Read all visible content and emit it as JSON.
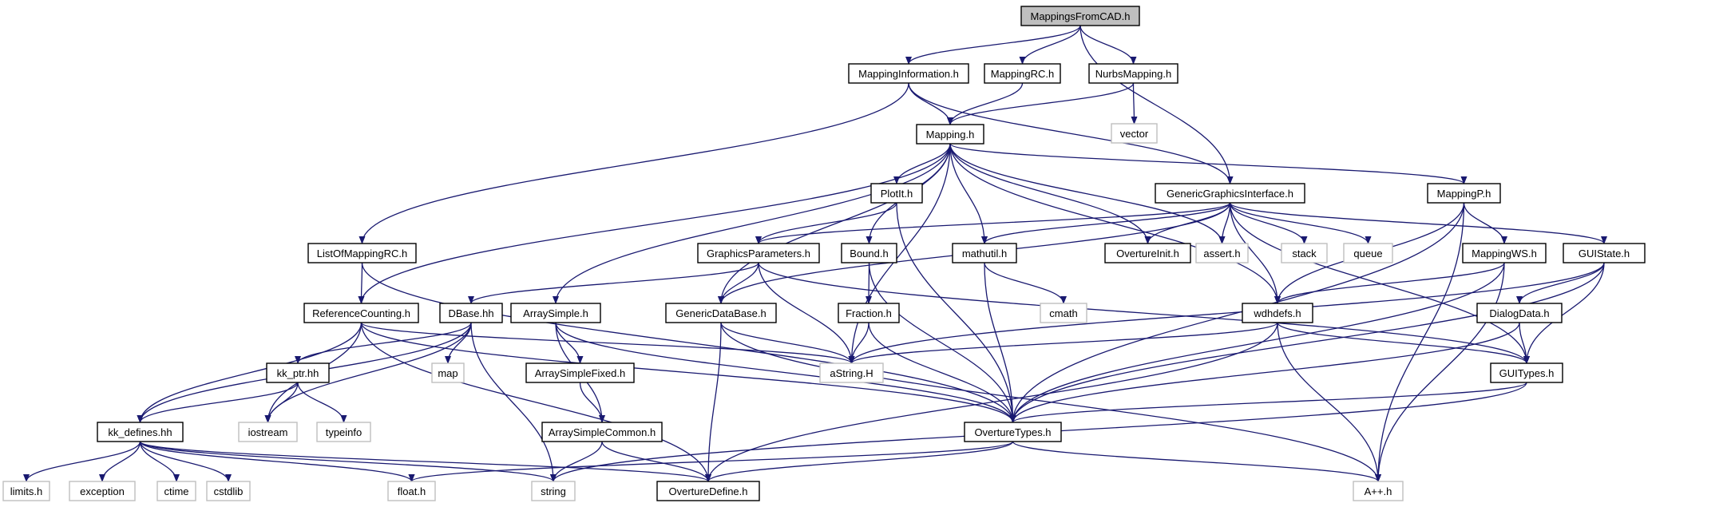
{
  "colors": {
    "edge": "#191970",
    "root_fill": "#bfbfbf",
    "internal_border": "#000000",
    "external_border": "#bfbfbf"
  },
  "nodes": [
    {
      "id": "mappingsfromcad",
      "label": "MappingsFromCAD.h",
      "kind": "root"
    },
    {
      "id": "mappinginformation",
      "label": "MappingInformation.h",
      "kind": "internal"
    },
    {
      "id": "mappingrc",
      "label": "MappingRC.h",
      "kind": "internal"
    },
    {
      "id": "nurbsmapping",
      "label": "NurbsMapping.h",
      "kind": "internal"
    },
    {
      "id": "vector",
      "label": "vector",
      "kind": "external"
    },
    {
      "id": "mapping",
      "label": "Mapping.h",
      "kind": "internal"
    },
    {
      "id": "plotit",
      "label": "PlotIt.h",
      "kind": "internal"
    },
    {
      "id": "genericgraphicsinterface",
      "label": "GenericGraphicsInterface.h",
      "kind": "internal"
    },
    {
      "id": "mappingp",
      "label": "MappingP.h",
      "kind": "internal"
    },
    {
      "id": "listofmappingrc",
      "label": "ListOfMappingRC.h",
      "kind": "internal"
    },
    {
      "id": "graphicsparameters",
      "label": "GraphicsParameters.h",
      "kind": "internal"
    },
    {
      "id": "bound",
      "label": "Bound.h",
      "kind": "internal"
    },
    {
      "id": "mathutil",
      "label": "mathutil.h",
      "kind": "internal"
    },
    {
      "id": "overtureinit",
      "label": "OvertureInit.h",
      "kind": "internal"
    },
    {
      "id": "assert",
      "label": "assert.h",
      "kind": "external"
    },
    {
      "id": "stack",
      "label": "stack",
      "kind": "external"
    },
    {
      "id": "queue",
      "label": "queue",
      "kind": "external"
    },
    {
      "id": "mappingws",
      "label": "MappingWS.h",
      "kind": "internal"
    },
    {
      "id": "guistate",
      "label": "GUIState.h",
      "kind": "internal"
    },
    {
      "id": "referencecounting",
      "label": "ReferenceCounting.h",
      "kind": "internal"
    },
    {
      "id": "dbase",
      "label": "DBase.hh",
      "kind": "internal"
    },
    {
      "id": "arraysimple",
      "label": "ArraySimple.h",
      "kind": "internal"
    },
    {
      "id": "genericdatabase",
      "label": "GenericDataBase.h",
      "kind": "internal"
    },
    {
      "id": "fraction",
      "label": "Fraction.h",
      "kind": "internal"
    },
    {
      "id": "cmath",
      "label": "cmath",
      "kind": "external"
    },
    {
      "id": "wdhdefs",
      "label": "wdhdefs.h",
      "kind": "internal"
    },
    {
      "id": "dialogdata",
      "label": "DialogData.h",
      "kind": "internal"
    },
    {
      "id": "map",
      "label": "map",
      "kind": "external"
    },
    {
      "id": "kkptr",
      "label": "kk_ptr.hh",
      "kind": "internal"
    },
    {
      "id": "arraysimplefixed",
      "label": "ArraySimpleFixed.h",
      "kind": "internal"
    },
    {
      "id": "astring",
      "label": "aString.H",
      "kind": "external"
    },
    {
      "id": "guitypes",
      "label": "GUITypes.h",
      "kind": "internal"
    },
    {
      "id": "iostream",
      "label": "iostream",
      "kind": "external"
    },
    {
      "id": "typeinfo",
      "label": "typeinfo",
      "kind": "external"
    },
    {
      "id": "kkdefines",
      "label": "kk_defines.hh",
      "kind": "internal"
    },
    {
      "id": "arraysimplecommon",
      "label": "ArraySimpleCommon.h",
      "kind": "internal"
    },
    {
      "id": "overturetypes",
      "label": "OvertureTypes.h",
      "kind": "internal"
    },
    {
      "id": "limits",
      "label": "limits.h",
      "kind": "external"
    },
    {
      "id": "exception",
      "label": "exception",
      "kind": "external"
    },
    {
      "id": "ctime",
      "label": "ctime",
      "kind": "external"
    },
    {
      "id": "cstdlib",
      "label": "cstdlib",
      "kind": "external"
    },
    {
      "id": "float",
      "label": "float.h",
      "kind": "external"
    },
    {
      "id": "string",
      "label": "string",
      "kind": "external"
    },
    {
      "id": "overturedefine",
      "label": "OvertureDefine.h",
      "kind": "internal"
    },
    {
      "id": "app",
      "label": "A++.h",
      "kind": "external"
    }
  ],
  "edges": [
    [
      "mappingsfromcad",
      "mappinginformation"
    ],
    [
      "mappingsfromcad",
      "mappingrc"
    ],
    [
      "mappingsfromcad",
      "nurbsmapping"
    ],
    [
      "mappingsfromcad",
      "genericgraphicsinterface"
    ],
    [
      "mappinginformation",
      "mapping"
    ],
    [
      "mappinginformation",
      "listofmappingrc"
    ],
    [
      "mappinginformation",
      "genericgraphicsinterface"
    ],
    [
      "mappingrc",
      "mapping"
    ],
    [
      "nurbsmapping",
      "mapping"
    ],
    [
      "nurbsmapping",
      "vector"
    ],
    [
      "mapping",
      "plotit"
    ],
    [
      "mapping",
      "mappingp"
    ],
    [
      "mapping",
      "bound"
    ],
    [
      "mapping",
      "mathutil"
    ],
    [
      "mapping",
      "overtureinit"
    ],
    [
      "mapping",
      "assert"
    ],
    [
      "mapping",
      "referencecounting"
    ],
    [
      "mapping",
      "arraysimple"
    ],
    [
      "mapping",
      "genericdatabase"
    ],
    [
      "mapping",
      "astring"
    ],
    [
      "mapping",
      "wdhdefs"
    ],
    [
      "plotit",
      "graphicsparameters"
    ],
    [
      "plotit",
      "overturetypes"
    ],
    [
      "genericgraphicsinterface",
      "graphicsparameters"
    ],
    [
      "genericgraphicsinterface",
      "mathutil"
    ],
    [
      "genericgraphicsinterface",
      "overtureinit"
    ],
    [
      "genericgraphicsinterface",
      "assert"
    ],
    [
      "genericgraphicsinterface",
      "stack"
    ],
    [
      "genericgraphicsinterface",
      "queue"
    ],
    [
      "genericgraphicsinterface",
      "guistate"
    ],
    [
      "genericgraphicsinterface",
      "genericdatabase"
    ],
    [
      "genericgraphicsinterface",
      "wdhdefs"
    ],
    [
      "genericgraphicsinterface",
      "guitypes"
    ],
    [
      "mappingp",
      "mappingws"
    ],
    [
      "mappingp",
      "wdhdefs"
    ],
    [
      "mappingp",
      "overturetypes"
    ],
    [
      "mappingp",
      "app"
    ],
    [
      "listofmappingrc",
      "referencecounting"
    ],
    [
      "listofmappingrc",
      "overturetypes"
    ],
    [
      "graphicsparameters",
      "dbase"
    ],
    [
      "graphicsparameters",
      "genericdatabase"
    ],
    [
      "graphicsparameters",
      "astring"
    ],
    [
      "graphicsparameters",
      "guitypes"
    ],
    [
      "bound",
      "fraction"
    ],
    [
      "bound",
      "overturetypes"
    ],
    [
      "mathutil",
      "cmath"
    ],
    [
      "mathutil",
      "overturetypes"
    ],
    [
      "mappingws",
      "wdhdefs"
    ],
    [
      "mappingws",
      "overturetypes"
    ],
    [
      "mappingws",
      "app"
    ],
    [
      "guistate",
      "dialogdata"
    ],
    [
      "guistate",
      "guitypes"
    ],
    [
      "guistate",
      "astring"
    ],
    [
      "guistate",
      "overturetypes"
    ],
    [
      "referencecounting",
      "kkdefines"
    ],
    [
      "referencecounting",
      "iostream"
    ],
    [
      "referencecounting",
      "overturedefine"
    ],
    [
      "referencecounting",
      "overturetypes"
    ],
    [
      "referencecounting",
      "astring"
    ],
    [
      "dbase",
      "map"
    ],
    [
      "dbase",
      "kkptr"
    ],
    [
      "dbase",
      "kkdefines"
    ],
    [
      "dbase",
      "string"
    ],
    [
      "dbase",
      "iostream"
    ],
    [
      "arraysimple",
      "arraysimplefixed"
    ],
    [
      "arraysimple",
      "arraysimplecommon"
    ],
    [
      "arraysimple",
      "overturetypes"
    ],
    [
      "genericdatabase",
      "astring"
    ],
    [
      "genericdatabase",
      "overturedefine"
    ],
    [
      "genericdatabase",
      "app"
    ],
    [
      "fraction",
      "astring"
    ],
    [
      "fraction",
      "overturetypes"
    ],
    [
      "wdhdefs",
      "astring"
    ],
    [
      "wdhdefs",
      "guitypes"
    ],
    [
      "wdhdefs",
      "app"
    ],
    [
      "wdhdefs",
      "overturedefine"
    ],
    [
      "dialogdata",
      "guitypes"
    ],
    [
      "dialogdata",
      "overturetypes"
    ],
    [
      "kkptr",
      "iostream"
    ],
    [
      "kkptr",
      "typeinfo"
    ],
    [
      "kkptr",
      "kkdefines"
    ],
    [
      "arraysimplefixed",
      "arraysimplecommon"
    ],
    [
      "guitypes",
      "overturetypes"
    ],
    [
      "guitypes",
      "string"
    ],
    [
      "kkdefines",
      "limits"
    ],
    [
      "kkdefines",
      "exception"
    ],
    [
      "kkdefines",
      "ctime"
    ],
    [
      "kkdefines",
      "cstdlib"
    ],
    [
      "kkdefines",
      "float"
    ],
    [
      "kkdefines",
      "string"
    ],
    [
      "kkdefines",
      "overturedefine"
    ],
    [
      "arraysimplecommon",
      "string"
    ],
    [
      "arraysimplecommon",
      "overturedefine"
    ],
    [
      "overturetypes",
      "float"
    ],
    [
      "overturetypes",
      "overturedefine"
    ],
    [
      "overturetypes",
      "app"
    ]
  ]
}
